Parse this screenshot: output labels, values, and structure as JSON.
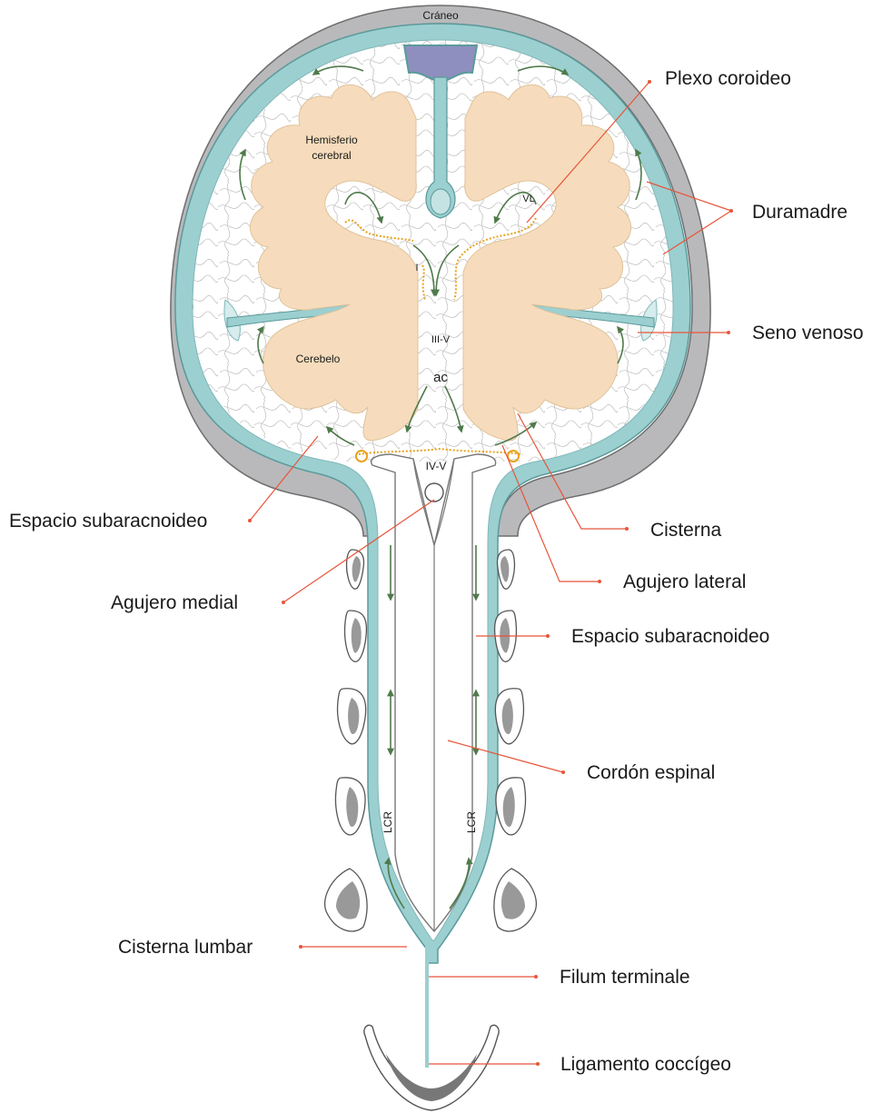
{
  "inner_labels": {
    "craneo": "Cráneo",
    "hemisferio_1": "Hemisferio",
    "hemisferio_2": "cerebral",
    "vl": "VL",
    "i": "I",
    "iii_v": "III-V",
    "ac": "ac",
    "cerebelo": "Cerebelo",
    "iv_v": "IV-V",
    "lcr_left": "LCR",
    "lcr_right": "LCR"
  },
  "callouts": {
    "plexo_coroideo": "Plexo coroideo",
    "duramadre": "Duramadre",
    "seno_venoso": "Seno venoso",
    "espacio_subaracnoideo_left": "Espacio subaracnoideo",
    "cisterna": "Cisterna",
    "agujero_lateral": "Agujero lateral",
    "agujero_medial": "Agujero medial",
    "espacio_subaracnoideo_right": "Espacio subaracnoideo",
    "cordon_espinal": "Cordón espinal",
    "cisterna_lumbar": "Cisterna lumbar",
    "filum_terminale": "Filum terminale",
    "ligamento_coccigeo": "Ligamento coccígeo"
  },
  "colors": {
    "skull": "#b9b9bb",
    "dura": "#9ccfd0",
    "brain": "#f6dcbc",
    "plexus": "#e7a21b",
    "flow_arrow": "#4f7a4a",
    "leader": "#e8553a",
    "sinus": "#8e8fbe"
  }
}
